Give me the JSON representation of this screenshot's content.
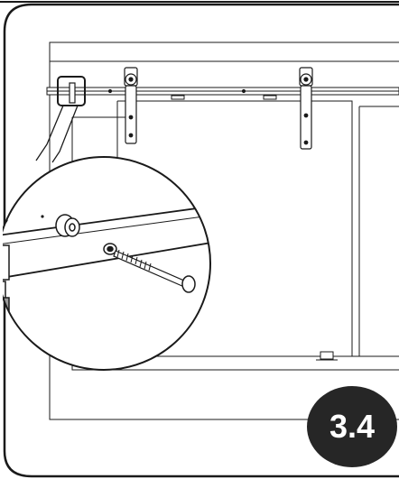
{
  "figure": {
    "step_label": "3.4",
    "colors": {
      "line": "#1a1a1a",
      "badge": "#262626",
      "badge_text": "#ffffff",
      "background": "#ffffff",
      "hardware_shade": "#9a9a9a"
    },
    "icons": [
      "barn-door-track",
      "roller-hanger",
      "lag-screw",
      "washer",
      "magnifier-callout",
      "wall-bracket"
    ]
  }
}
